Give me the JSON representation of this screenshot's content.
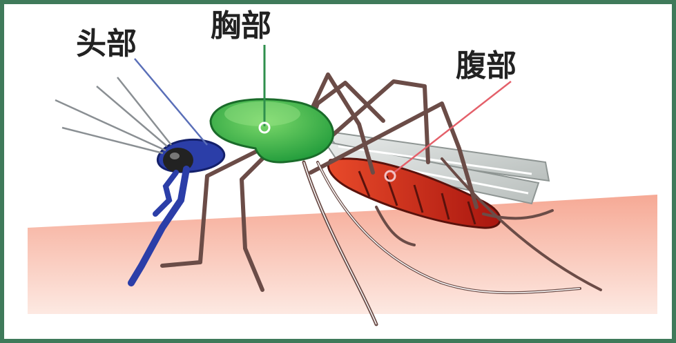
{
  "labels": {
    "head": "头部",
    "thorax": "胸部",
    "abdomen": "腹部"
  },
  "colors": {
    "frame": "#3f7a5a",
    "head": "#2b3ea8",
    "thorax": "#3fb54a",
    "abdomen": "#d8321f",
    "legs": "#6b4c47",
    "skin": "#f7b9a5",
    "leader_head": "#5a6fb8",
    "leader_thorax": "#2f8f4d",
    "leader_abdomen": "#e4606a"
  }
}
